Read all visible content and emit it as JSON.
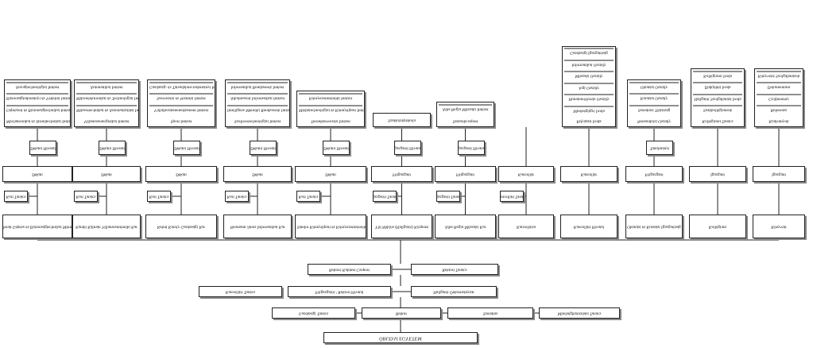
{
  "root": "ÓBUDAI EGYETEM",
  "row_top_center": {
    "left": "Gazdasági Tanács",
    "center": "Rektor",
    "right1": "Szenátus",
    "right2": "Minőségbiztosítási Tanács"
  },
  "row_mid_center": {
    "left": "Kancellári Tanács",
    "center": "Főigazgatói / Rektori Hivatal",
    "right": "Hallgatói Önkormányzat"
  },
  "row_upper_center": {
    "left": "Rektori Kabinet Csoport",
    "right": "Rektori Tanács"
  },
  "faculties": [
    {
      "label": "Bánki Donát Gépész és Biztonságtechnikai Mérnöki Kar",
      "dean": "Dékán",
      "office": "Dékáni Hivatal",
      "council": "Kari Tanács",
      "institutes": [
        "Anyagtechnológiai Intézet",
        "Biztonságtudományi és Védelmi Intézet",
        "Gépészeti és Biztonságtechnikai Intézet",
        "Mechatronikai és Járműtechnikai Intézet"
      ]
    },
    {
      "label": "Kandó Kálmán Villamosmérnöki Kar",
      "dean": "Dékán",
      "office": "Dékáni Hivatal",
      "council": "Kari Tanács",
      "institutes": [
        "Automatikai Intézet",
        "Mikroelektronikai és Technológiai Intézet",
        "Műszertechnikai és Automatizálási Intézet",
        "Villamosenergetikai Intézet"
      ]
    },
    {
      "label": "Keleti Károly Gazdasági Kar",
      "dean": "Dékán",
      "office": "Dékáni Hivatal",
      "council": "Kari Tanács",
      "institutes": [
        "Gazdaság- és Társadalom-tudományi Intézet",
        "Szervezési és Vezetési Intézet",
        "Vállalkozásmenedzsment Intézet",
        "Sport Intézet"
      ]
    },
    {
      "label": "Neumann János Informatikai Kar",
      "dean": "Dékán",
      "office": "Dékáni Hivatal",
      "council": "Kari Tanács",
      "institutes": [
        "Informatikai Rendszerek Intézet",
        "Alkalmazott Informatikai Intézet",
        "Intelligens Mérnöki Rendszerek Intézet",
        "Szoftvertechnológiai Intézet"
      ]
    },
    {
      "label": "Rejtő Sándor Könnyűipari és Környezetmérnöki Kar",
      "dean": "Dékán",
      "office": "Dékáni Hivatal",
      "council": "Kari Tanács",
      "institutes": [
        "Környezetmérnöki Intézet",
        "Médiatechnológiai és Könnyűipari Intézet",
        "Terméktervezési Intézet"
      ]
    },
    {
      "label": "Ybl Miklós (Hallgatói) Központ",
      "dean": "Főigazgató",
      "office": "Igazgatói Hivatal",
      "council": "Igazgatói Tanács",
      "institutes": [
        "Szakközépiskola"
      ]
    },
    {
      "label": "Alba Regia Műszaki Kar",
      "dean": "Főigazgató",
      "office": "Igazgatói Hivatal",
      "council": "Igazgatói Tanács",
      "institutes": [
        "Alba Regia Műszaki Intézet",
        "Tanszékcsoport"
      ]
    },
    {
      "label": "Kancellária",
      "dean": "Kancellár",
      "office": "",
      "council": "Kancellári Tanács",
      "institutes": []
    },
    {
      "label": "Kancellári Hivatal",
      "dean": "Kancellár",
      "office": "",
      "council": "",
      "institutes": [
        "Gazdasági Igazgatóság",
        "Informatikai Osztály",
        "Műszaki Osztály",
        "Jogi Osztály",
        "Humánerőforrás Osztály",
        "Minőségügyi Iroda",
        "Pályázati Iroda"
      ]
    },
    {
      "label": "Oktatási és Kutatási Igazgatóság",
      "dean": "Főigazgató",
      "office": "Tanulmányi",
      "council": "",
      "institutes": [
        "Oktatási Osztály",
        "Kutatási Osztály",
        "Szenátusi Titkárság",
        "Nemzetközi Osztály"
      ]
    },
    {
      "label": "Kollégium",
      "dean": "Igazgató",
      "office": "",
      "council": "",
      "institutes": [
        "Kollégiumi Iroda",
        "Diákjóléti Iroda",
        "Hallgatói Szolgáltatási Iroda",
        "Szakkollégiumok",
        "Kollégiumi Tanács"
      ]
    },
    {
      "label": "Könyvtár",
      "dean": "Igazgató",
      "office": "",
      "council": "",
      "institutes": [
        "Könyvtári Szolgáltatások",
        "Dokumentum",
        "Gyűjtemény",
        "Referensz",
        "Kiadványok"
      ]
    }
  ]
}
